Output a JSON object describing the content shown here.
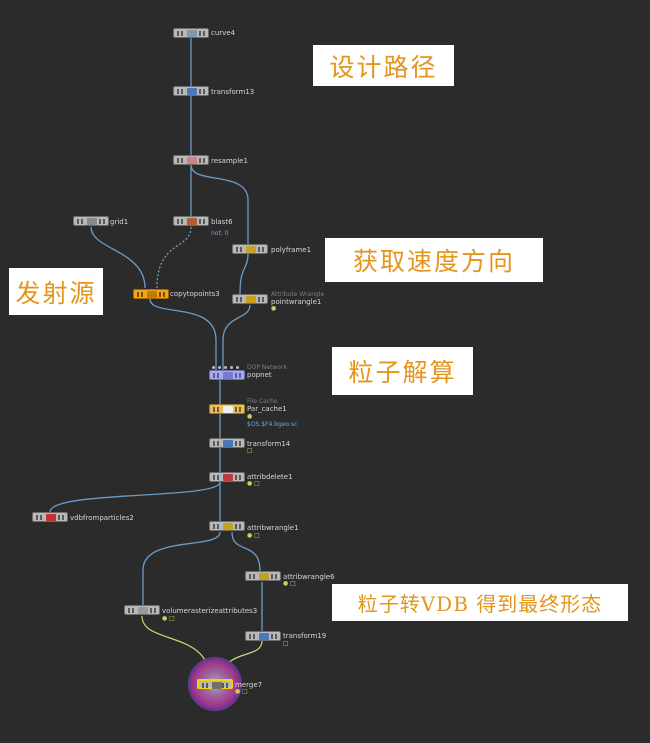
{
  "nodes": {
    "curve4": {
      "name": "curve4"
    },
    "transform13": {
      "name": "transform13"
    },
    "resample1": {
      "name": "resample1"
    },
    "grid1": {
      "name": "grid1"
    },
    "blast6": {
      "name": "blast6",
      "info": "not: 0"
    },
    "polyframe1": {
      "name": "polyframe1"
    },
    "copytopoints3": {
      "name": "copytopoints3"
    },
    "pointwrangle1": {
      "name": "pointwrangle1",
      "type": "Attribute Wrangle"
    },
    "popnet": {
      "name": "popnet",
      "type": "DOP Network"
    },
    "par_cache1": {
      "name": "Par_cache1",
      "type": "File Cache",
      "path": "$OS.$F4.bgeo.sc"
    },
    "transform14": {
      "name": "transform14"
    },
    "attribdelete1": {
      "name": "attribdelete1"
    },
    "vdbfromparticles2": {
      "name": "vdbfromparticles2"
    },
    "attribwrangle1": {
      "name": "attribwrangle1"
    },
    "attribwrangle6": {
      "name": "attribwrangle6"
    },
    "volumerasterizeattributes3": {
      "name": "volumerasterizeattributes3"
    },
    "transform19": {
      "name": "transform19"
    },
    "merge7": {
      "name": "merge7"
    }
  },
  "notes": {
    "design_path": "设计路径",
    "velocity_direction": "获取速度方向",
    "emitter": "发射源",
    "particle_solve": "粒子解算",
    "particles_to_vdb": "粒子转VDB 得到最终形态"
  },
  "colors": {
    "background": "#2b2b2b",
    "wire": "#6a9ccc",
    "note_text": "#e3951c",
    "node_default": "#b8b8b8",
    "node_orange": "#f3a514",
    "node_purple": "#aaaaf0",
    "node_filecache": "#e8c060",
    "selected": "#f4d20a"
  }
}
